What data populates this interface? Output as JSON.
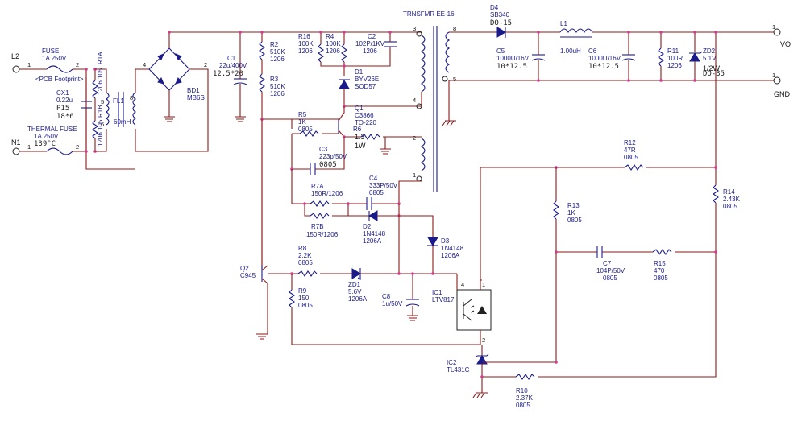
{
  "terminals": {
    "l2": "L2",
    "n1": "N1",
    "vo": "VO",
    "gnd": "GND"
  },
  "components": {
    "fuse": {
      "name": "FUSE",
      "value": "1A 250V",
      "note": "<PCB Footprint>"
    },
    "thermal_fuse": {
      "name": "THERMAL FUSE",
      "value": "1A 250V",
      "temp": "139°C"
    },
    "cx1": {
      "name": "CX1",
      "value": "0.22u",
      "pitch": "P15",
      "size": "18*6"
    },
    "r1a": {
      "name": "R1A",
      "value": "1206 105"
    },
    "r1b": {
      "name": "R1B",
      "value": "1206 105"
    },
    "fl1": {
      "name": "FL1",
      "value": "60mH"
    },
    "bd1": {
      "name": "BD1",
      "value": "MB6S"
    },
    "c1": {
      "name": "C1",
      "value": "22u/400V",
      "size": "12.5*20"
    },
    "r2": {
      "name": "R2",
      "value": "510K",
      "pkg": "1206"
    },
    "r3": {
      "name": "R3",
      "value": "510K",
      "pkg": "1206"
    },
    "r16": {
      "name": "R16",
      "value": "100K",
      "pkg": "1206"
    },
    "r4": {
      "name": "R4",
      "value": "100K",
      "pkg": "1206"
    },
    "c2": {
      "name": "C2",
      "value": "102P/1KV",
      "pkg": "1206"
    },
    "d1": {
      "name": "D1",
      "value": "BYV26E",
      "pkg": "SOD57"
    },
    "q1": {
      "name": "Q1",
      "value": "C3866",
      "pkg": "TO-220"
    },
    "r5": {
      "name": "R5",
      "value": "1K",
      "pkg": "0805"
    },
    "r6": {
      "name": "R6",
      "value": "1.3",
      "pkg": "1W"
    },
    "c3": {
      "name": "C3",
      "value": "223p/50V",
      "pkg": "0805"
    },
    "c4": {
      "name": "C4",
      "value": "333P/50V",
      "pkg": "0805"
    },
    "r7a": {
      "name": "R7A",
      "value": "150R/1206"
    },
    "r7b": {
      "name": "R7B",
      "value": "150R/1206"
    },
    "d2": {
      "name": "D2",
      "value": "1N4148",
      "pkg": "1206A"
    },
    "d3": {
      "name": "D3",
      "value": "1N4148",
      "pkg": "1206A"
    },
    "r8": {
      "name": "R8",
      "value": "2.2K",
      "pkg": "0805"
    },
    "q2": {
      "name": "Q2",
      "value": "C945"
    },
    "zd1": {
      "name": "ZD1",
      "value": "5.6V",
      "pkg": "1206A"
    },
    "r9": {
      "name": "R9",
      "value": "150",
      "pkg": "0805"
    },
    "c8": {
      "name": "C8",
      "value": "1u/50V"
    },
    "ic1": {
      "name": "IC1",
      "value": "LTV817"
    },
    "ic2": {
      "name": "IC2",
      "value": "TL431C"
    },
    "r10": {
      "name": "R10",
      "value": "2.37K",
      "pkg": "0805"
    },
    "transformer": {
      "name": "TRNSFMR EE-16"
    },
    "d4": {
      "name": "D4",
      "value": "SB340",
      "pkg": "DO-15"
    },
    "l1": {
      "name": "L1",
      "value": "1.00uH"
    },
    "c5": {
      "name": "C5",
      "value": "1000U/16V",
      "size": "10*12.5"
    },
    "c6": {
      "name": "C6",
      "value": "1000U/16V",
      "size": "10*12.5"
    },
    "r11": {
      "name": "R11",
      "value": "100R",
      "pkg": "1206"
    },
    "zd2": {
      "name": "ZD2",
      "value": "5.1V",
      "pwr": "1/2W",
      "pkg": "DO-35"
    },
    "r12": {
      "name": "R12",
      "value": "47R",
      "pkg": "0805"
    },
    "r13": {
      "name": "R13",
      "value": "1K",
      "pkg": "0805"
    },
    "r14": {
      "name": "R14",
      "value": "2.43K",
      "pkg": "0805"
    },
    "c7": {
      "name": "C7",
      "value": "104P/50V",
      "pkg": "0805"
    },
    "r15": {
      "name": "R15",
      "value": "470",
      "pkg": "0805"
    }
  },
  "pins": {
    "p1": "1",
    "p2": "2",
    "p3": "3",
    "p4": "4",
    "p5": "5",
    "p6": "6",
    "p8": "8"
  },
  "colors": {
    "wire": "#8b1a1a",
    "component": "#1a1a8b",
    "junction": "#d63a8c"
  }
}
